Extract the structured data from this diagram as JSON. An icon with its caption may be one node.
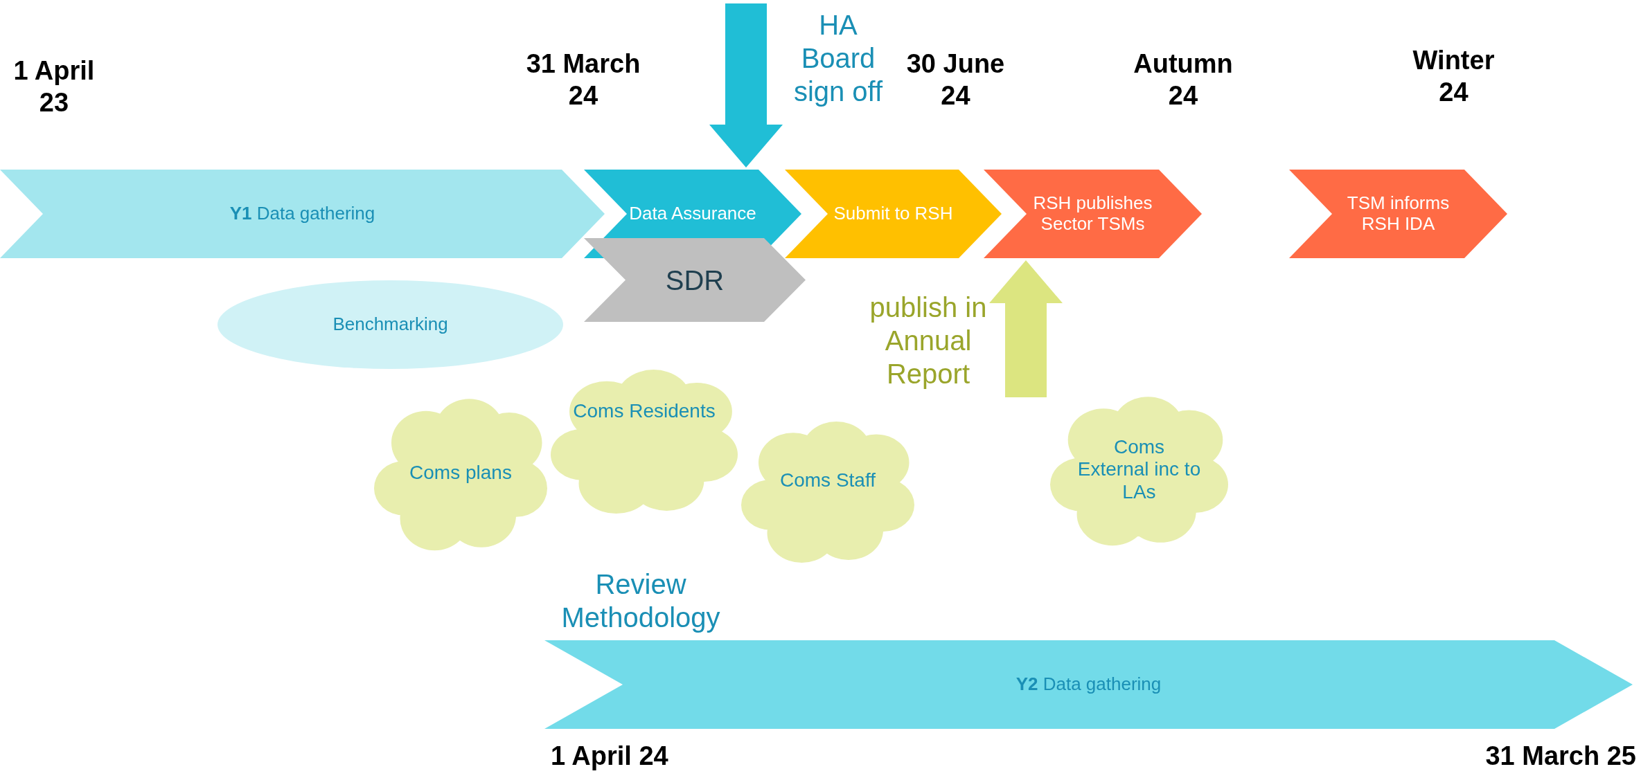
{
  "diagram": {
    "nodes": [
      {
        "text": [
          "**Y1** Data gathering"
        ]
      },
      {
        "text": [
          "Data Assurance"
        ]
      },
      {
        "text": [
          "Submit to RSH"
        ]
      },
      {
        "text": [
          "RSH publishes Sector TSMs"
        ]
      },
      {
        "text": [
          "TSM informs RSH IDA"
        ]
      },
      {
        "text": [
          "SDR"
        ]
      },
      {
        "text": [
          "Benchmarking"
        ]
      },
      {
        "text": [
          "Coms plans"
        ]
      },
      {
        "text": [
          "Coms Residents"
        ]
      },
      {
        "text": [
          "Coms Staff"
        ]
      },
      {
        "text": [
          "Coms External inc to LAs"
        ]
      },
      {
        "text": [
          "**Y2** Data gathering"
        ],
        "beside": [
          "1 April 24",
          "31 March 25"
        ]
      }
    ],
    "edges": [
      {
        "from": null,
        "to": 1,
        "arrow": "to",
        "color": "#20bed6"
      },
      {
        "from": null,
        "to": 3,
        "arrow": "to",
        "color": "#dce580"
      }
    ],
    "labels": [
      "1 April 23",
      "31 March 24",
      "HA Board sign off",
      "30 June 24",
      "Autumn 24",
      "Winter 24",
      "publish in Annual Report",
      "Review Methodology"
    ]
  }
}
